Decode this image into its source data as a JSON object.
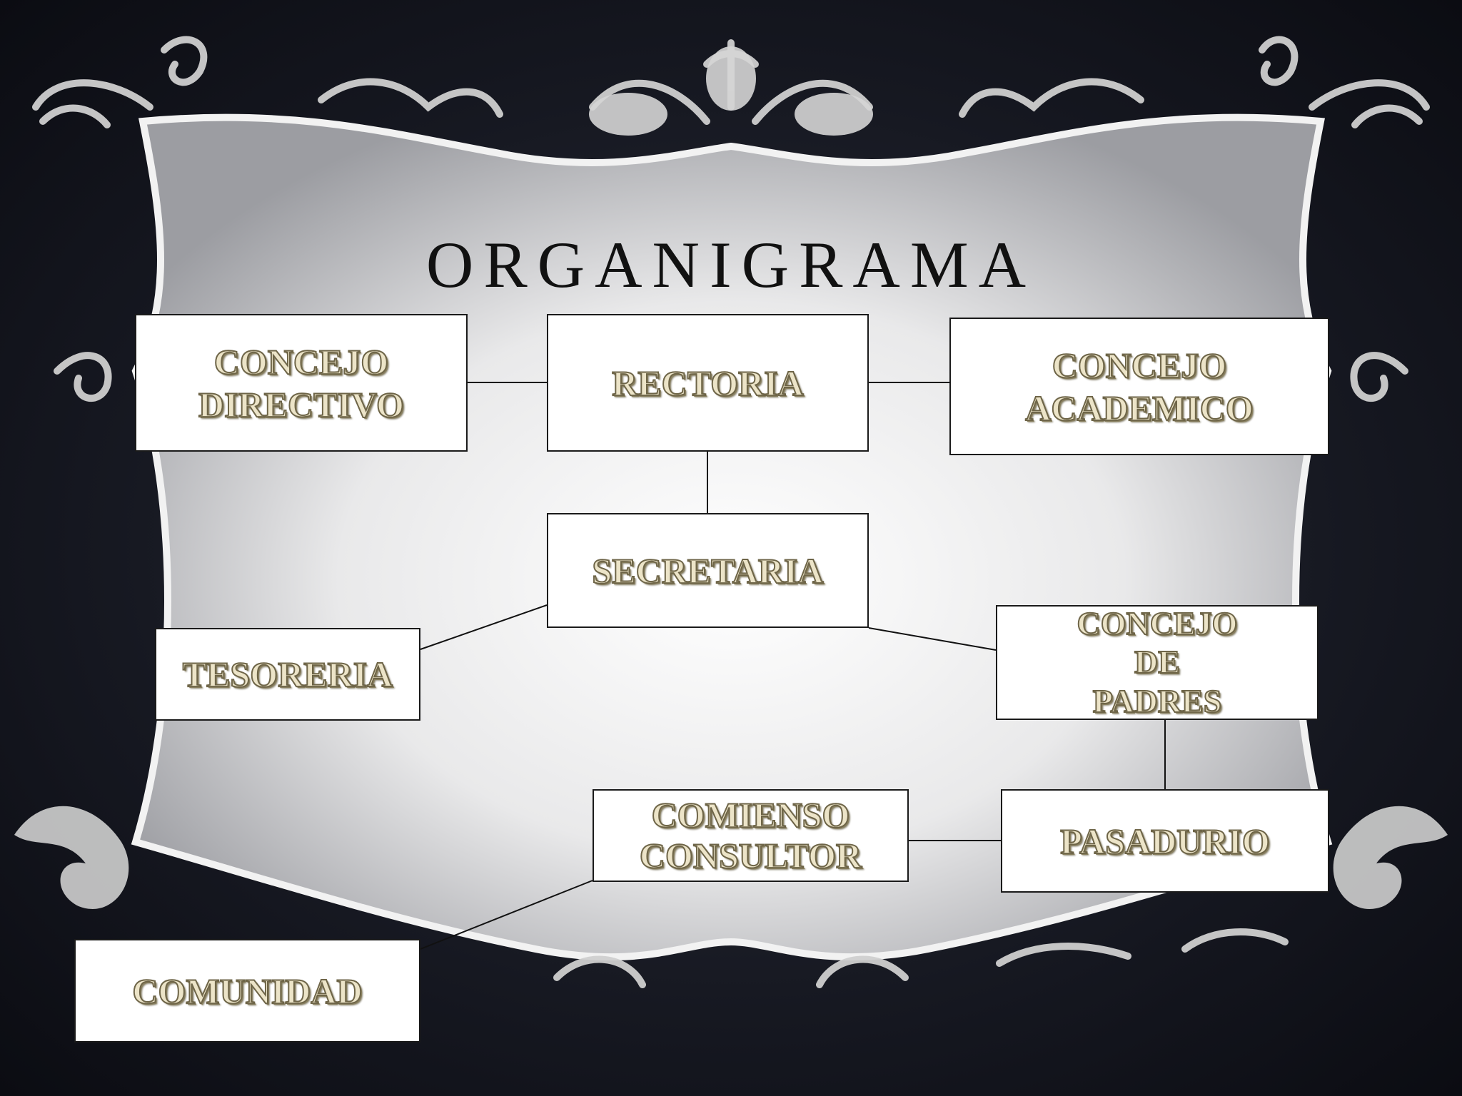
{
  "title": "ORGANIGRAMA",
  "colors": {
    "background": "#161821",
    "frame": "#dcdcdc",
    "box_fill": "#ffffff",
    "label_text": "#ece4c8",
    "label_outline": "#6e6548"
  },
  "nodes": {
    "concejo_directivo": "CONCEJO\nDIRECTIVO",
    "rectoria": "RECTORIA",
    "concejo_academico": "CONCEJO\nACADEMICO",
    "secretaria": "SECRETARIA",
    "tesoreria": "TESORERIA",
    "concejo_padres": "CONCEJO\nDE\nPADRES",
    "comienso_consultor": "COMIENSO\nCONSULTOR",
    "pasadurio": "PASADURIO",
    "comunidad": "COMUNIDAD"
  },
  "edges": [
    [
      "concejo_directivo",
      "rectoria"
    ],
    [
      "rectoria",
      "concejo_academico"
    ],
    [
      "rectoria",
      "secretaria"
    ],
    [
      "secretaria",
      "tesoreria"
    ],
    [
      "secretaria",
      "concejo_padres"
    ],
    [
      "concejo_padres",
      "pasadurio"
    ],
    [
      "comienso_consultor",
      "pasadurio"
    ],
    [
      "comienso_consultor",
      "comunidad"
    ]
  ]
}
